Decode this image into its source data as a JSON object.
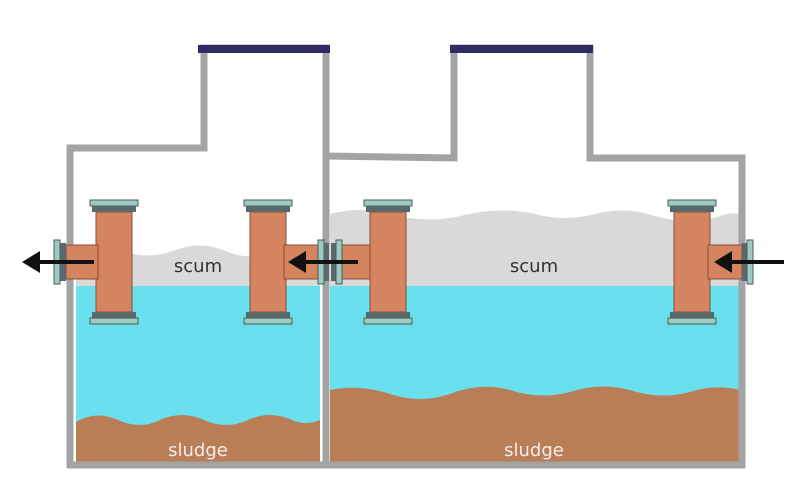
{
  "labels": {
    "left_scum": "scum",
    "right_scum": "scum",
    "left_sludge": "sludge",
    "right_sludge": "sludge"
  },
  "colors": {
    "wall": "#a3a3a3",
    "lid": "#2f2c63",
    "water": "#6adfee",
    "scum": "#d9d9d9",
    "sludge": "#b97e56",
    "pipe": "#d4845f",
    "flange_light": "#9ecac2",
    "flange_dark": "#5a6a6c",
    "arrow": "#111111"
  },
  "icons": {
    "outlet_arrow": "arrow-left-icon",
    "transfer_arrow": "arrow-left-icon",
    "inlet_arrow": "arrow-left-icon"
  }
}
